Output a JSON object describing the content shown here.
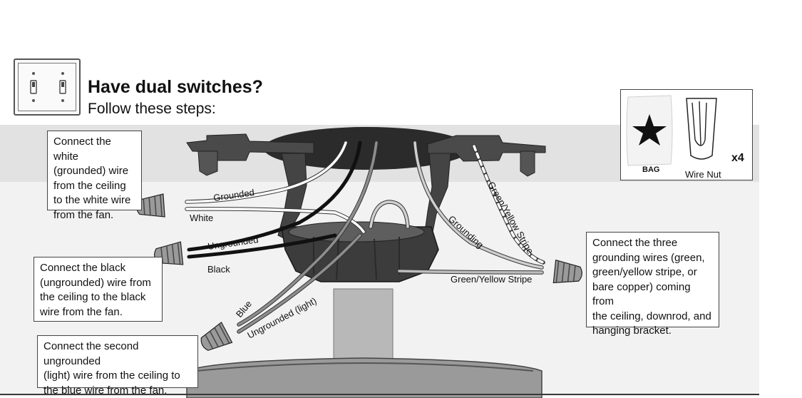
{
  "heading": {
    "title": "Have dual switches?",
    "subtitle": "Follow these steps:"
  },
  "icons": {
    "dual_switch": "dual-light-switch-plate",
    "bag": "star-bag",
    "wire_nut": "wire-nut"
  },
  "parts": {
    "bag_label": "BAG",
    "nut_label": "Wire Nut",
    "quantity": "x4"
  },
  "callouts": {
    "white": [
      "Connect the white",
      "(grounded) wire",
      "from the ceiling",
      "to the white wire",
      "from the fan."
    ],
    "black": [
      "Connect the black",
      "(ungrounded) wire from",
      "the ceiling to the black",
      "wire from the fan."
    ],
    "blue": [
      "Connect the second ungrounded",
      "(light) wire from the ceiling to",
      "the blue wire from the fan."
    ],
    "ground": [
      "Connect the three",
      "grounding wires (green,",
      "green/yellow stripe, or",
      "bare copper) coming from",
      "the ceiling, downrod, and",
      "hanging bracket."
    ]
  },
  "wire_labels": {
    "grounded": "Grounded",
    "white": "White",
    "ungrounded": "Ungrounded",
    "black": "Black",
    "blue": "Blue",
    "ungrounded_light": "Ungrounded (light)",
    "grounding": "Grounding",
    "green_yellow_stripe_top": "Green/Yellow Stripe",
    "green_yellow_stripe": "Green/Yellow Stripe"
  },
  "colors": {
    "fixture_dark": "#3c3c3c",
    "fixture_mid": "#5e5e5e",
    "canopy": "#2b2b2b",
    "wire_white": "#ffffff",
    "wire_black": "#111111",
    "wire_gray": "#8e8e8e",
    "band_top": "#e2e2e2",
    "band_low": "#f2f2f2"
  }
}
